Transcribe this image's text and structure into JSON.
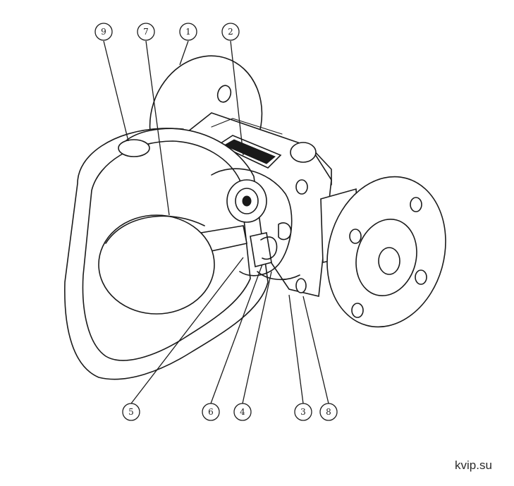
{
  "diagram": {
    "callouts": [
      {
        "id": "c9",
        "label": "9"
      },
      {
        "id": "c7",
        "label": "7"
      },
      {
        "id": "c1",
        "label": "1"
      },
      {
        "id": "c2",
        "label": "2"
      },
      {
        "id": "c5",
        "label": "5"
      },
      {
        "id": "c6",
        "label": "6"
      },
      {
        "id": "c4",
        "label": "4"
      },
      {
        "id": "c3",
        "label": "3"
      },
      {
        "id": "c8",
        "label": "8"
      }
    ]
  },
  "watermark": "kvip.su"
}
